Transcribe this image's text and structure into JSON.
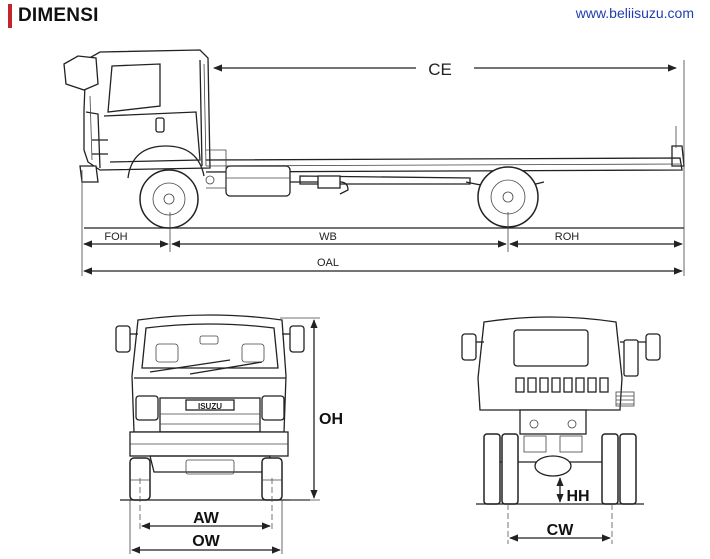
{
  "header": {
    "title": "DIMENSI",
    "url": "www.beliisuzu.com",
    "accent_color": "#c0272d"
  },
  "side_view": {
    "labels": {
      "ce": "CE",
      "foh": "FOH",
      "wb": "WB",
      "roh": "ROH",
      "oal": "OAL"
    }
  },
  "front_view": {
    "badge": "ISUZU",
    "labels": {
      "oh": "OH",
      "aw": "AW",
      "ow": "OW"
    }
  },
  "rear_view": {
    "labels": {
      "hh": "HH",
      "cw": "CW"
    }
  },
  "colors": {
    "line": "#222222",
    "url": "#1f3fb0"
  }
}
